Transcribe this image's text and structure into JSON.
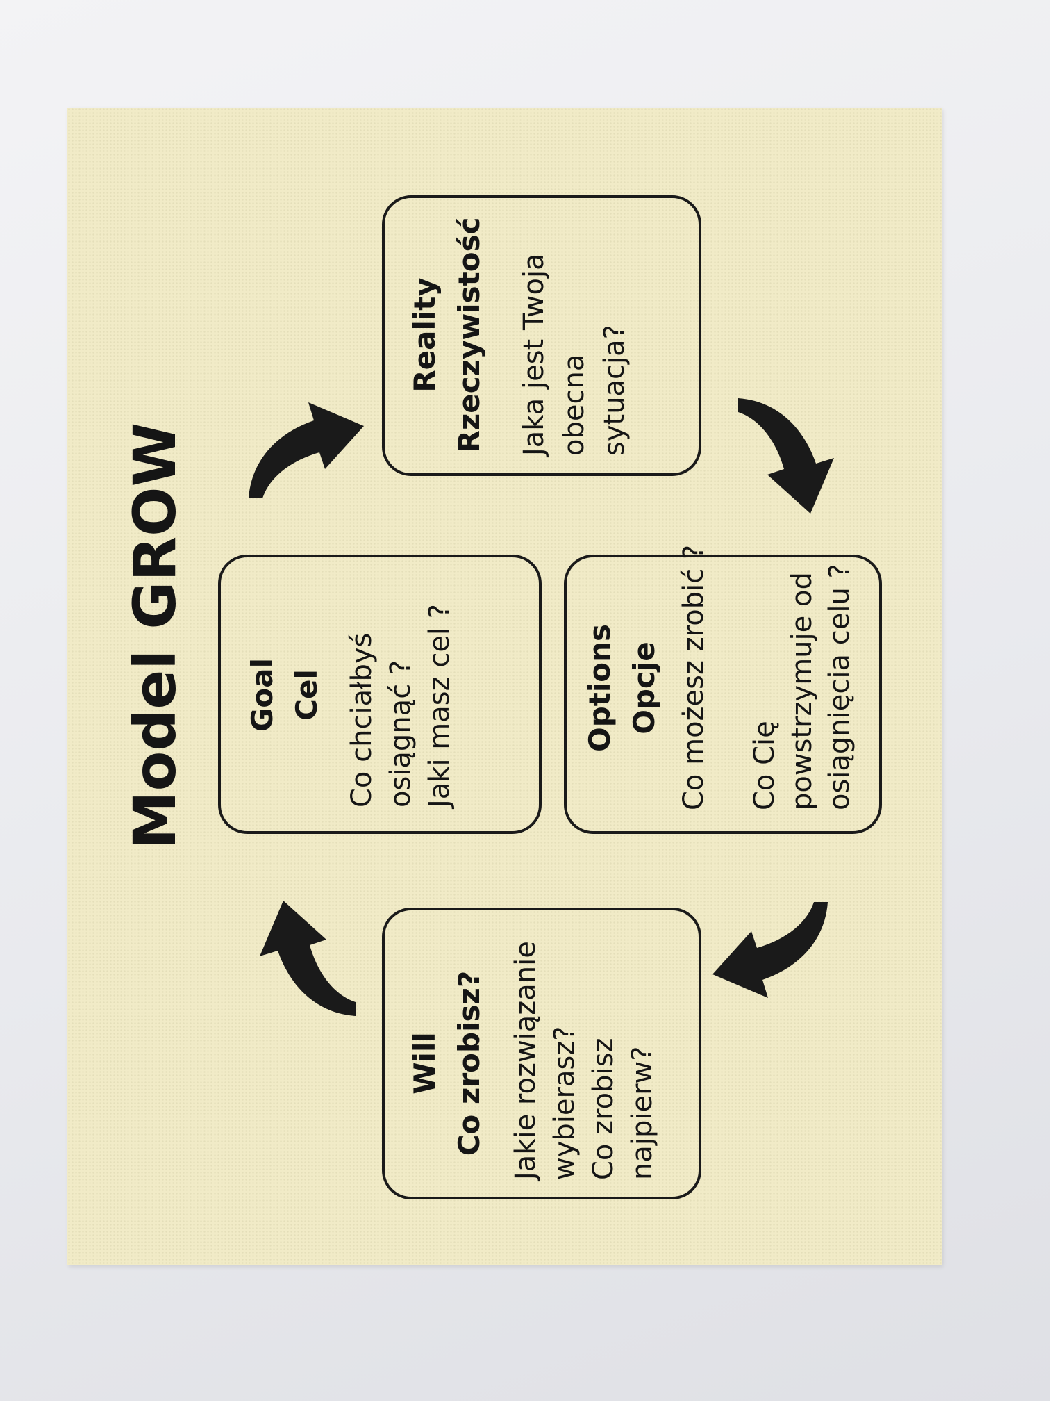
{
  "title": "Model GROW",
  "goal": {
    "heading_en": "Goal",
    "heading_pl": "Cel",
    "line1": "Co chciałbyś",
    "line2": "osiągnąć ?",
    "line3": "Jaki masz cel ?"
  },
  "reality": {
    "heading_en": "Reality",
    "heading_pl": "Rzeczywistość",
    "line1": "Jaka jest Twoja",
    "line2": "obecna",
    "line3": "sytuacja?"
  },
  "options": {
    "heading_en": "Options",
    "heading_pl": "Opcje",
    "line1": "Co możesz zrobić ?",
    "line2": "Co Cię",
    "line3": "powstrzymuje od",
    "line4": "osiągnięcia celu ?"
  },
  "will": {
    "heading_en": "Will",
    "heading_pl": "Co zrobisz?",
    "line1": "Jakie rozwiązanie",
    "line2": "wybierasz?",
    "line3": "Co zrobisz",
    "line4": "najpierw?"
  },
  "colors": {
    "sheet": "#f1ebc7",
    "ink": "#151515",
    "background": "#eceef1"
  },
  "icons": [
    "arrow-goal-to-reality",
    "arrow-reality-to-options",
    "arrow-options-to-will",
    "arrow-will-to-goal"
  ]
}
